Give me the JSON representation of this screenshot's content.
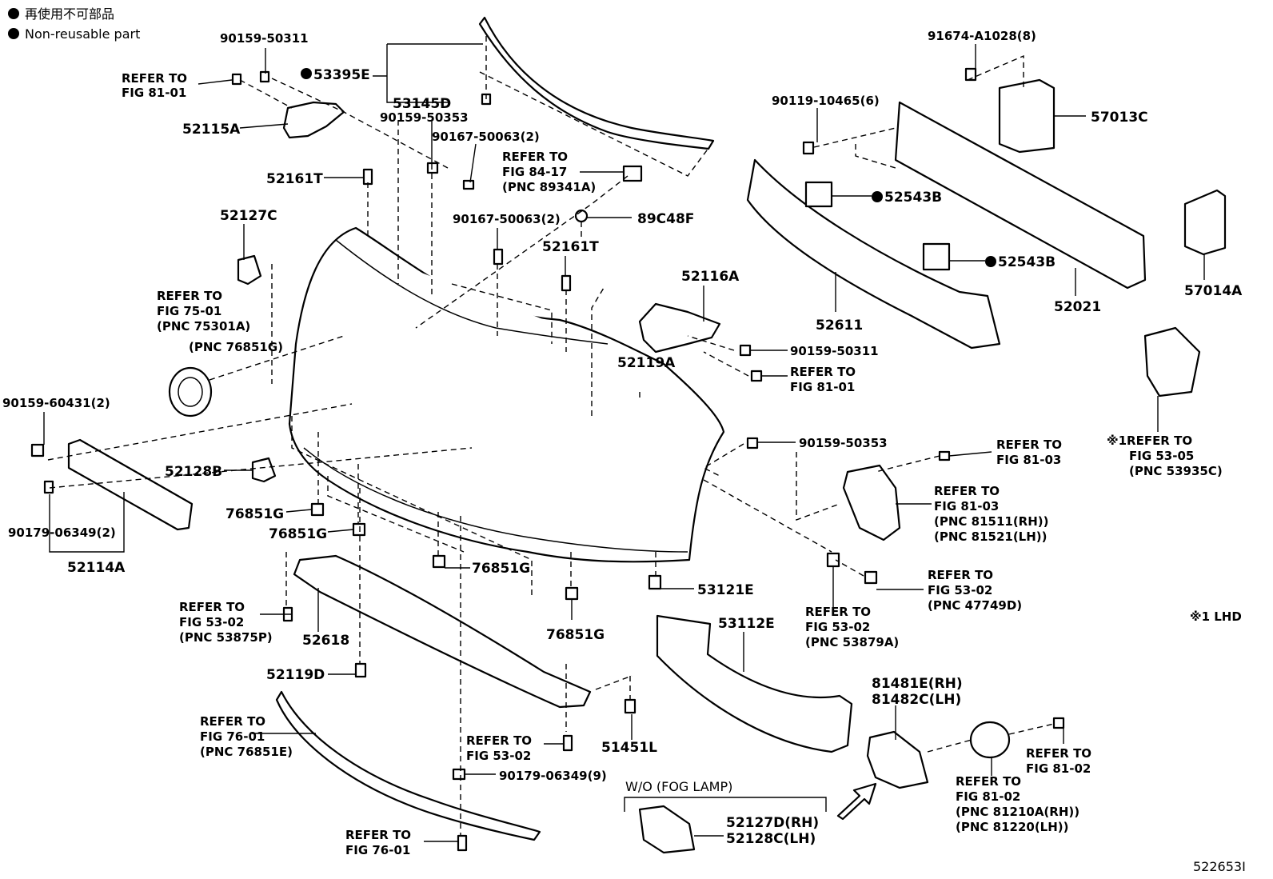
{
  "legend": {
    "jp": "再使用不可部品",
    "en": "Non-reusable part"
  },
  "diagram_id": "522653I",
  "note_lhd": "※1 LHD",
  "wo_fog_lamp": "W/O (FOG LAMP)",
  "labels": {
    "p90159_50311_a": "90159-50311",
    "refer_81_01_a": [
      "REFER TO",
      "FIG 81-01"
    ],
    "p53395E": "53395E",
    "p53145D": "53145D",
    "p52115A": "52115A",
    "p90159_50353_a": "90159-50353",
    "p90167_50063_2_a": "90167-50063(2)",
    "refer_84_17": [
      "REFER TO",
      "FIG 84-17",
      "(PNC 89341A)"
    ],
    "p52161T_a": "52161T",
    "p52127C": "52127C",
    "p90167_50063_2_b": "90167-50063(2)",
    "p89C48F": "89C48F",
    "p52161T_b": "52161T",
    "refer_75_01": [
      "REFER TO",
      "FIG 75-01",
      "(PNC 75301A)"
    ],
    "pnc_76851G": "(PNC 76851G)",
    "p91674": "91674-A1028(8)",
    "p57013C": "57013C",
    "p90119": "90119-10465(6)",
    "p52543B_a": "52543B",
    "p52543B_b": "52543B",
    "p57014A": "57014A",
    "p52611": "52611",
    "p52021": "52021",
    "p52116A": "52116A",
    "p90159_50311_b": "90159-50311",
    "refer_81_01_b": [
      "REFER TO",
      "FIG 81-01"
    ],
    "p52119A": "52119A",
    "p90159_60431": "90159-60431(2)",
    "p90159_50353_b": "90159-50353",
    "refer_81_03_a": [
      "REFER TO",
      "FIG 81-03"
    ],
    "refer_53_05": [
      "※1REFER TO",
      "FIG 53-05",
      "(PNC 53935C)"
    ],
    "p52128B": "52128B",
    "refer_81_03_b": [
      "REFER TO",
      "FIG 81-03",
      "(PNC 81511(RH))",
      "(PNC 81521(LH))"
    ],
    "p76851G_a": "76851G",
    "p76851G_b": "76851G",
    "p90179_06349_2": "90179-06349(2)",
    "p52114A": "52114A",
    "p76851G_c": "76851G",
    "refer_53_02_a": [
      "REFER TO",
      "FIG 53-02",
      "(PNC 47749D)"
    ],
    "p53121E": "53121E",
    "refer_53_02_b": [
      "REFER TO",
      "FIG 53-02",
      "(PNC 53875P)"
    ],
    "p52618": "52618",
    "p76851G_d": "76851G",
    "p53112E": "53112E",
    "refer_53_02_c": [
      "REFER TO",
      "FIG 53-02",
      "(PNC 53879A)"
    ],
    "p52119D": "52119D",
    "p81481E": "81481E(RH)",
    "p81482C": "81482C(LH)",
    "refer_76_01_a": [
      "REFER TO",
      "FIG 76-01",
      "(PNC 76851E)"
    ],
    "refer_53_02_d": [
      "REFER TO",
      "FIG 53-02"
    ],
    "p51451L": "51451L",
    "refer_81_02_a": [
      "REFER TO",
      "FIG 81-02"
    ],
    "refer_81_02_b": [
      "REFER TO",
      "FIG 81-02",
      "(PNC 81210A(RH))",
      "(PNC 81220(LH))"
    ],
    "p90179_06349_9": "90179-06349(9)",
    "p52127D": "52127D(RH)",
    "p52128C": "52128C(LH)",
    "refer_76_01_b": [
      "REFER TO",
      "FIG 76-01"
    ]
  }
}
